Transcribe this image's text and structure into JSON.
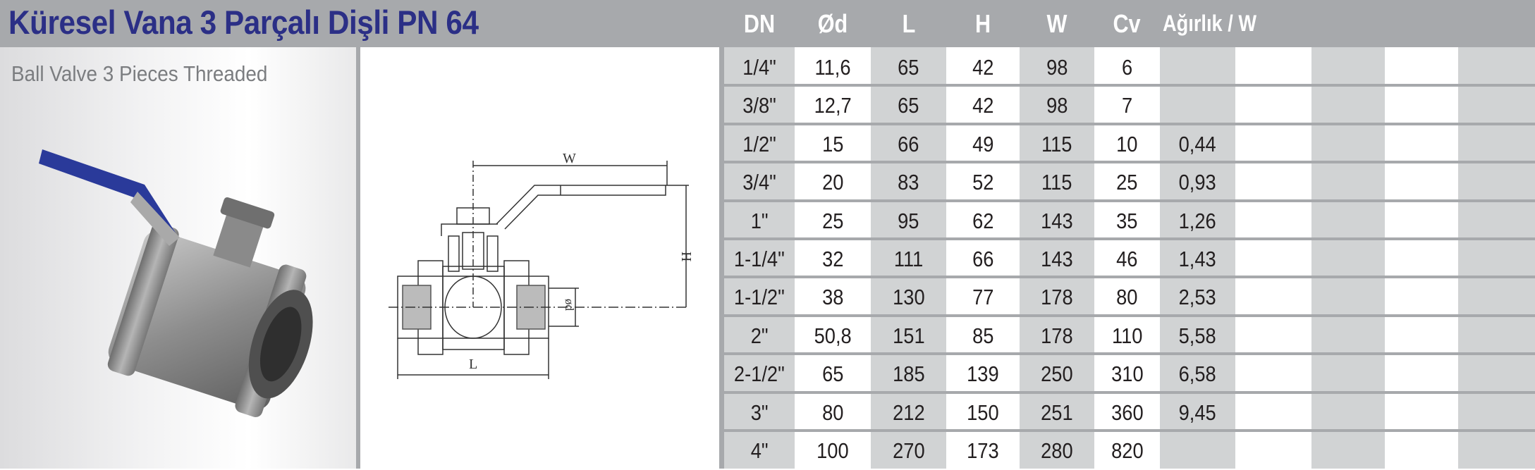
{
  "header": {
    "title": "Küresel Vana 3 Parçalı Dişli PN 64",
    "subtitle": "Ball Valve 3 Pieces Threaded"
  },
  "drawing": {
    "labels": {
      "w": "W",
      "h": "H",
      "l": "L",
      "d": "ød"
    }
  },
  "colors": {
    "title": "#2b2f86",
    "bar": "#a7a9ac",
    "stripe": "#d1d3d4",
    "handle": "#2a3a9a"
  },
  "table": {
    "columns": [
      "DN",
      "Ød",
      "L",
      "H",
      "W",
      "Cv",
      "Ağırlık / W"
    ],
    "rows": [
      [
        "1/4\"",
        "11,6",
        "65",
        "42",
        "98",
        "6",
        ""
      ],
      [
        "3/8\"",
        "12,7",
        "65",
        "42",
        "98",
        "7",
        ""
      ],
      [
        "1/2\"",
        "15",
        "66",
        "49",
        "115",
        "10",
        "0,44"
      ],
      [
        "3/4\"",
        "20",
        "83",
        "52",
        "115",
        "25",
        "0,93"
      ],
      [
        "1\"",
        "25",
        "95",
        "62",
        "143",
        "35",
        "1,26"
      ],
      [
        "1-1/4\"",
        "32",
        "111",
        "66",
        "143",
        "46",
        "1,43"
      ],
      [
        "1-1/2\"",
        "38",
        "130",
        "77",
        "178",
        "80",
        "2,53"
      ],
      [
        "2\"",
        "50,8",
        "151",
        "85",
        "178",
        "110",
        "5,58"
      ],
      [
        "2-1/2\"",
        "65",
        "185",
        "139",
        "250",
        "310",
        "6,58"
      ],
      [
        "3\"",
        "80",
        "212",
        "150",
        "251",
        "360",
        "9,45"
      ],
      [
        "4\"",
        "100",
        "270",
        "173",
        "280",
        "820",
        ""
      ]
    ]
  }
}
